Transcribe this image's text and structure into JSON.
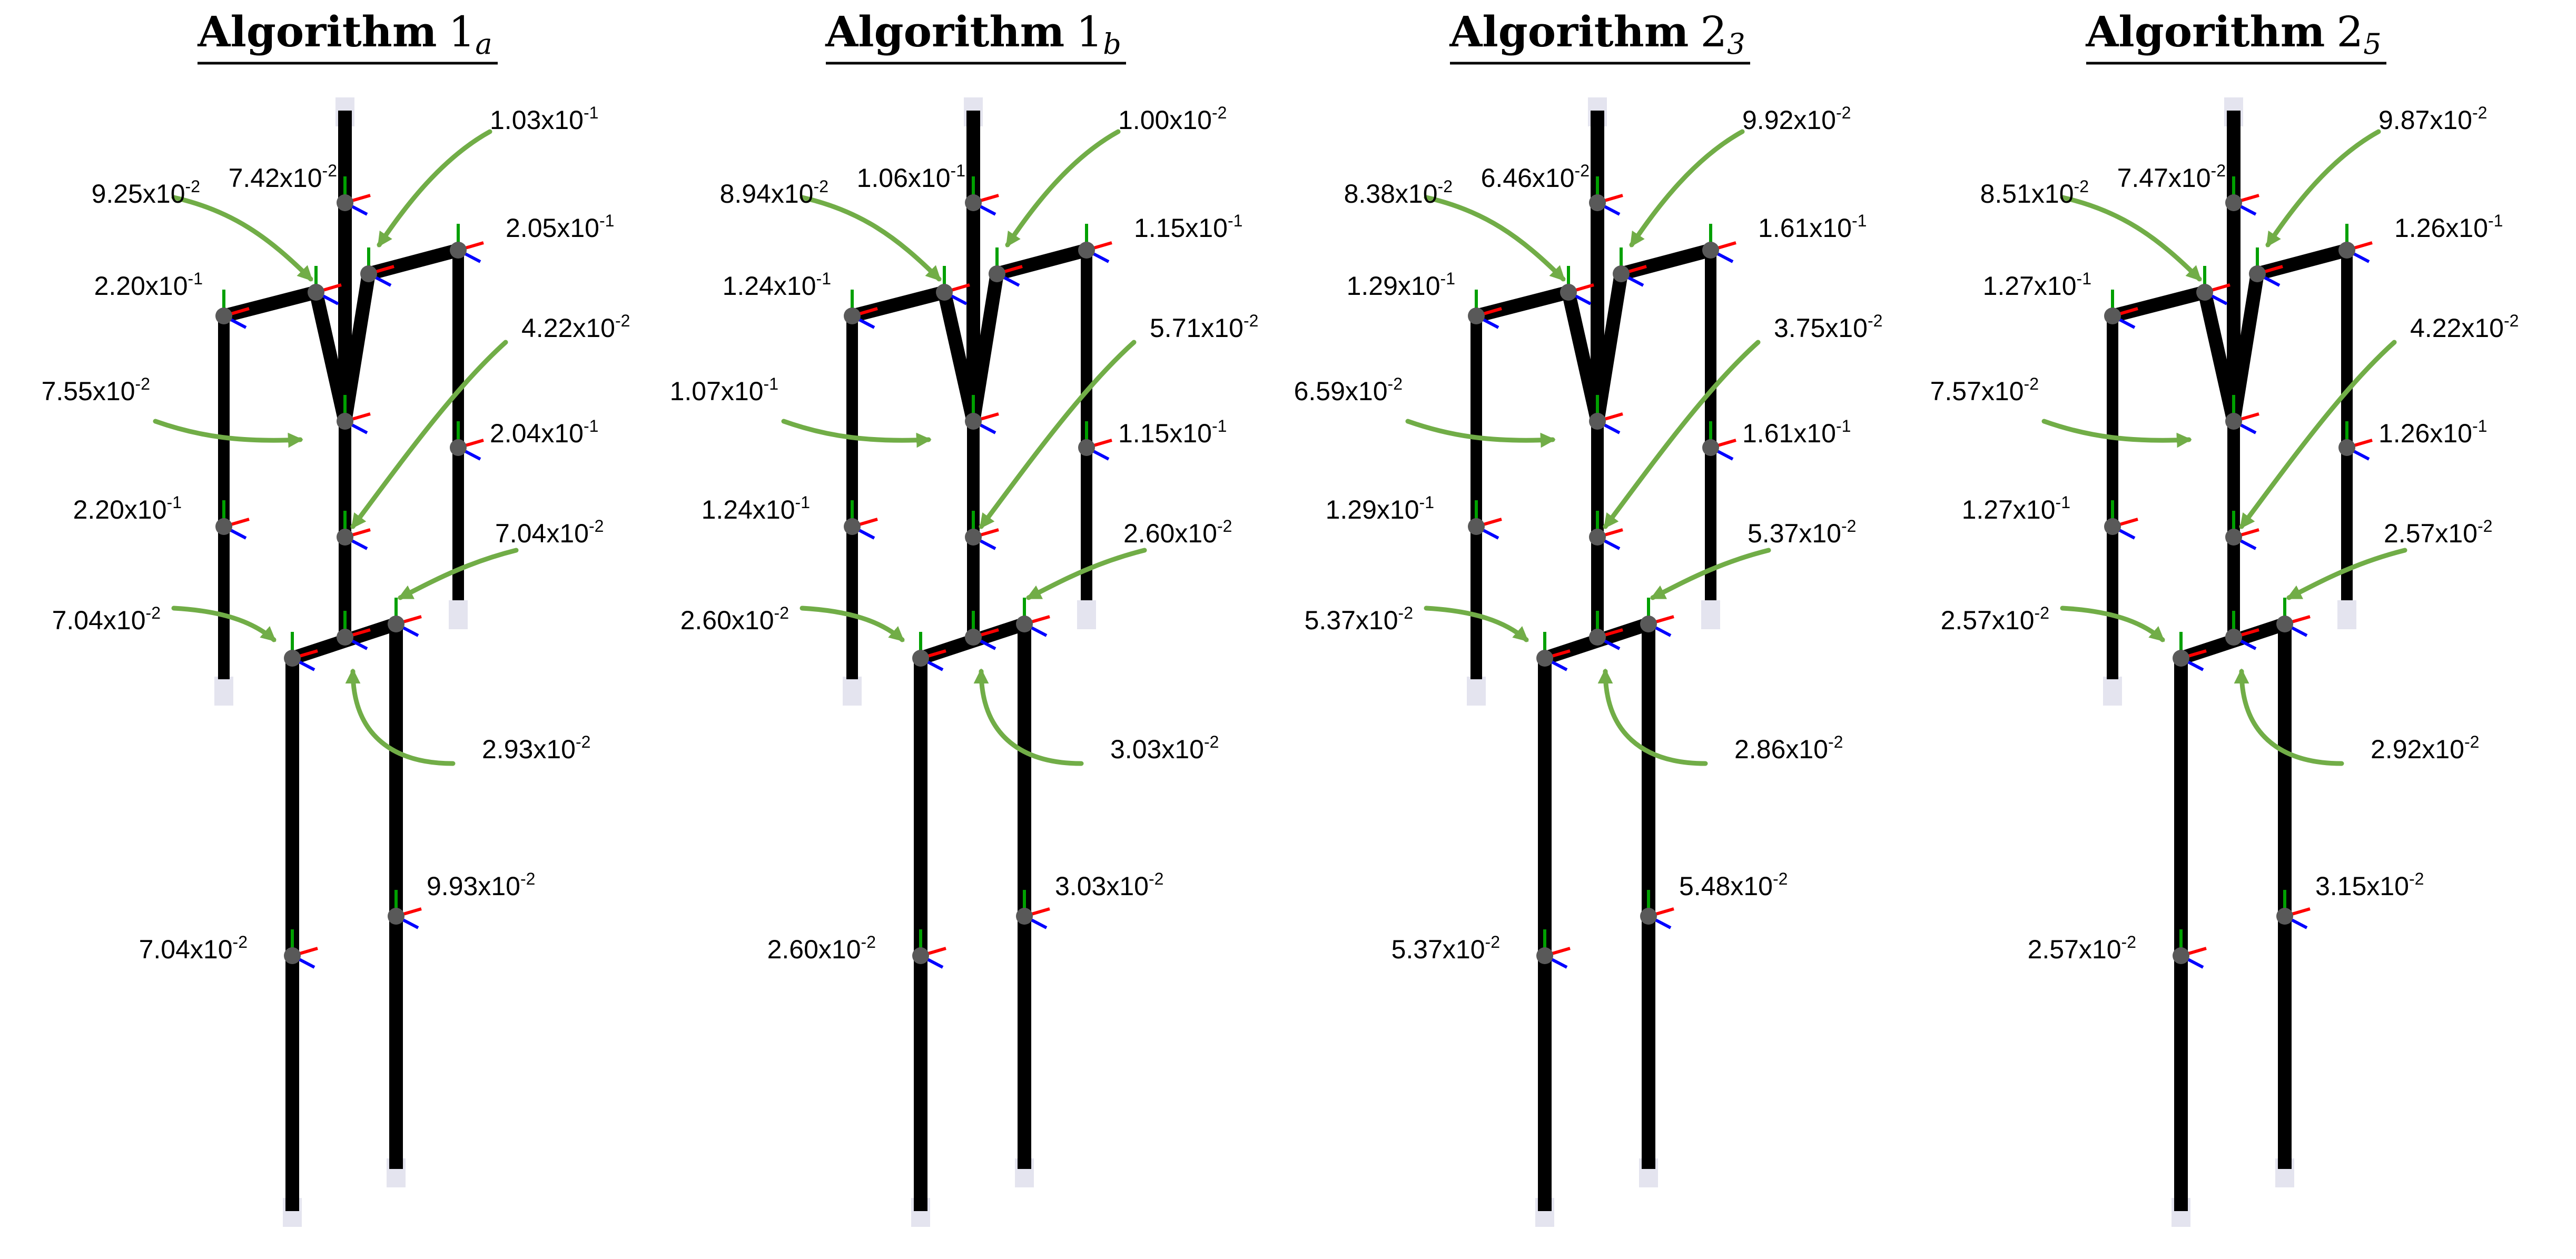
{
  "figure": {
    "colors": {
      "skeleton": "#000000",
      "joint": "#595959",
      "arrow": "#71ad47",
      "axis_x": "#ff0000",
      "axis_y": "#00a000",
      "axis_z": "#0000ff"
    },
    "panels": [
      {
        "title_bold": "Algorithm",
        "title_num": "1",
        "title_sub": "a",
        "values": [
          {
            "m": "1.03",
            "e": "-1"
          },
          {
            "m": "9.25",
            "e": "-2"
          },
          {
            "m": "7.42",
            "e": "-2"
          },
          {
            "m": "2.05",
            "e": "-1"
          },
          {
            "m": "2.20",
            "e": "-1"
          },
          {
            "m": "4.22",
            "e": "-2"
          },
          {
            "m": "7.55",
            "e": "-2"
          },
          {
            "m": "2.04",
            "e": "-1"
          },
          {
            "m": "2.20",
            "e": "-1"
          },
          {
            "m": "7.04",
            "e": "-2"
          },
          {
            "m": "7.04",
            "e": "-2"
          },
          {
            "m": "2.93",
            "e": "-2"
          },
          {
            "m": "9.93",
            "e": "-2"
          },
          {
            "m": "7.04",
            "e": "-2"
          }
        ]
      },
      {
        "title_bold": "Algorithm",
        "title_num": "1",
        "title_sub": "b",
        "values": [
          {
            "m": "1.00",
            "e": "-2"
          },
          {
            "m": "8.94",
            "e": "-2"
          },
          {
            "m": "1.06",
            "e": "-1"
          },
          {
            "m": "1.15",
            "e": "-1"
          },
          {
            "m": "1.24",
            "e": "-1"
          },
          {
            "m": "5.71",
            "e": "-2"
          },
          {
            "m": "1.07",
            "e": "-1"
          },
          {
            "m": "1.15",
            "e": "-1"
          },
          {
            "m": "1.24",
            "e": "-1"
          },
          {
            "m": "2.60",
            "e": "-2"
          },
          {
            "m": "2.60",
            "e": "-2"
          },
          {
            "m": "3.03",
            "e": "-2"
          },
          {
            "m": "3.03",
            "e": "-2"
          },
          {
            "m": "2.60",
            "e": "-2"
          }
        ]
      },
      {
        "title_bold": "Algorithm",
        "title_num": "2",
        "title_sub": "3",
        "values": [
          {
            "m": "9.92",
            "e": "-2"
          },
          {
            "m": "8.38",
            "e": "-2"
          },
          {
            "m": "6.46",
            "e": "-2"
          },
          {
            "m": "1.61",
            "e": "-1"
          },
          {
            "m": "1.29",
            "e": "-1"
          },
          {
            "m": "3.75",
            "e": "-2"
          },
          {
            "m": "6.59",
            "e": "-2"
          },
          {
            "m": "1.61",
            "e": "-1"
          },
          {
            "m": "1.29",
            "e": "-1"
          },
          {
            "m": "5.37",
            "e": "-2"
          },
          {
            "m": "5.37",
            "e": "-2"
          },
          {
            "m": "2.86",
            "e": "-2"
          },
          {
            "m": "5.48",
            "e": "-2"
          },
          {
            "m": "5.37",
            "e": "-2"
          }
        ]
      },
      {
        "title_bold": "Algorithm",
        "title_num": "2",
        "title_sub": "5",
        "values": [
          {
            "m": "9.87",
            "e": "-2"
          },
          {
            "m": "8.51",
            "e": "-2"
          },
          {
            "m": "7.47",
            "e": "-2"
          },
          {
            "m": "1.26",
            "e": "-1"
          },
          {
            "m": "1.27",
            "e": "-1"
          },
          {
            "m": "4.22",
            "e": "-2"
          },
          {
            "m": "7.57",
            "e": "-2"
          },
          {
            "m": "1.26",
            "e": "-1"
          },
          {
            "m": "1.27",
            "e": "-1"
          },
          {
            "m": "2.57",
            "e": "-2"
          },
          {
            "m": "2.57",
            "e": "-2"
          },
          {
            "m": "2.92",
            "e": "-2"
          },
          {
            "m": "3.15",
            "e": "-2"
          },
          {
            "m": "2.57",
            "e": "-2"
          }
        ]
      }
    ]
  }
}
